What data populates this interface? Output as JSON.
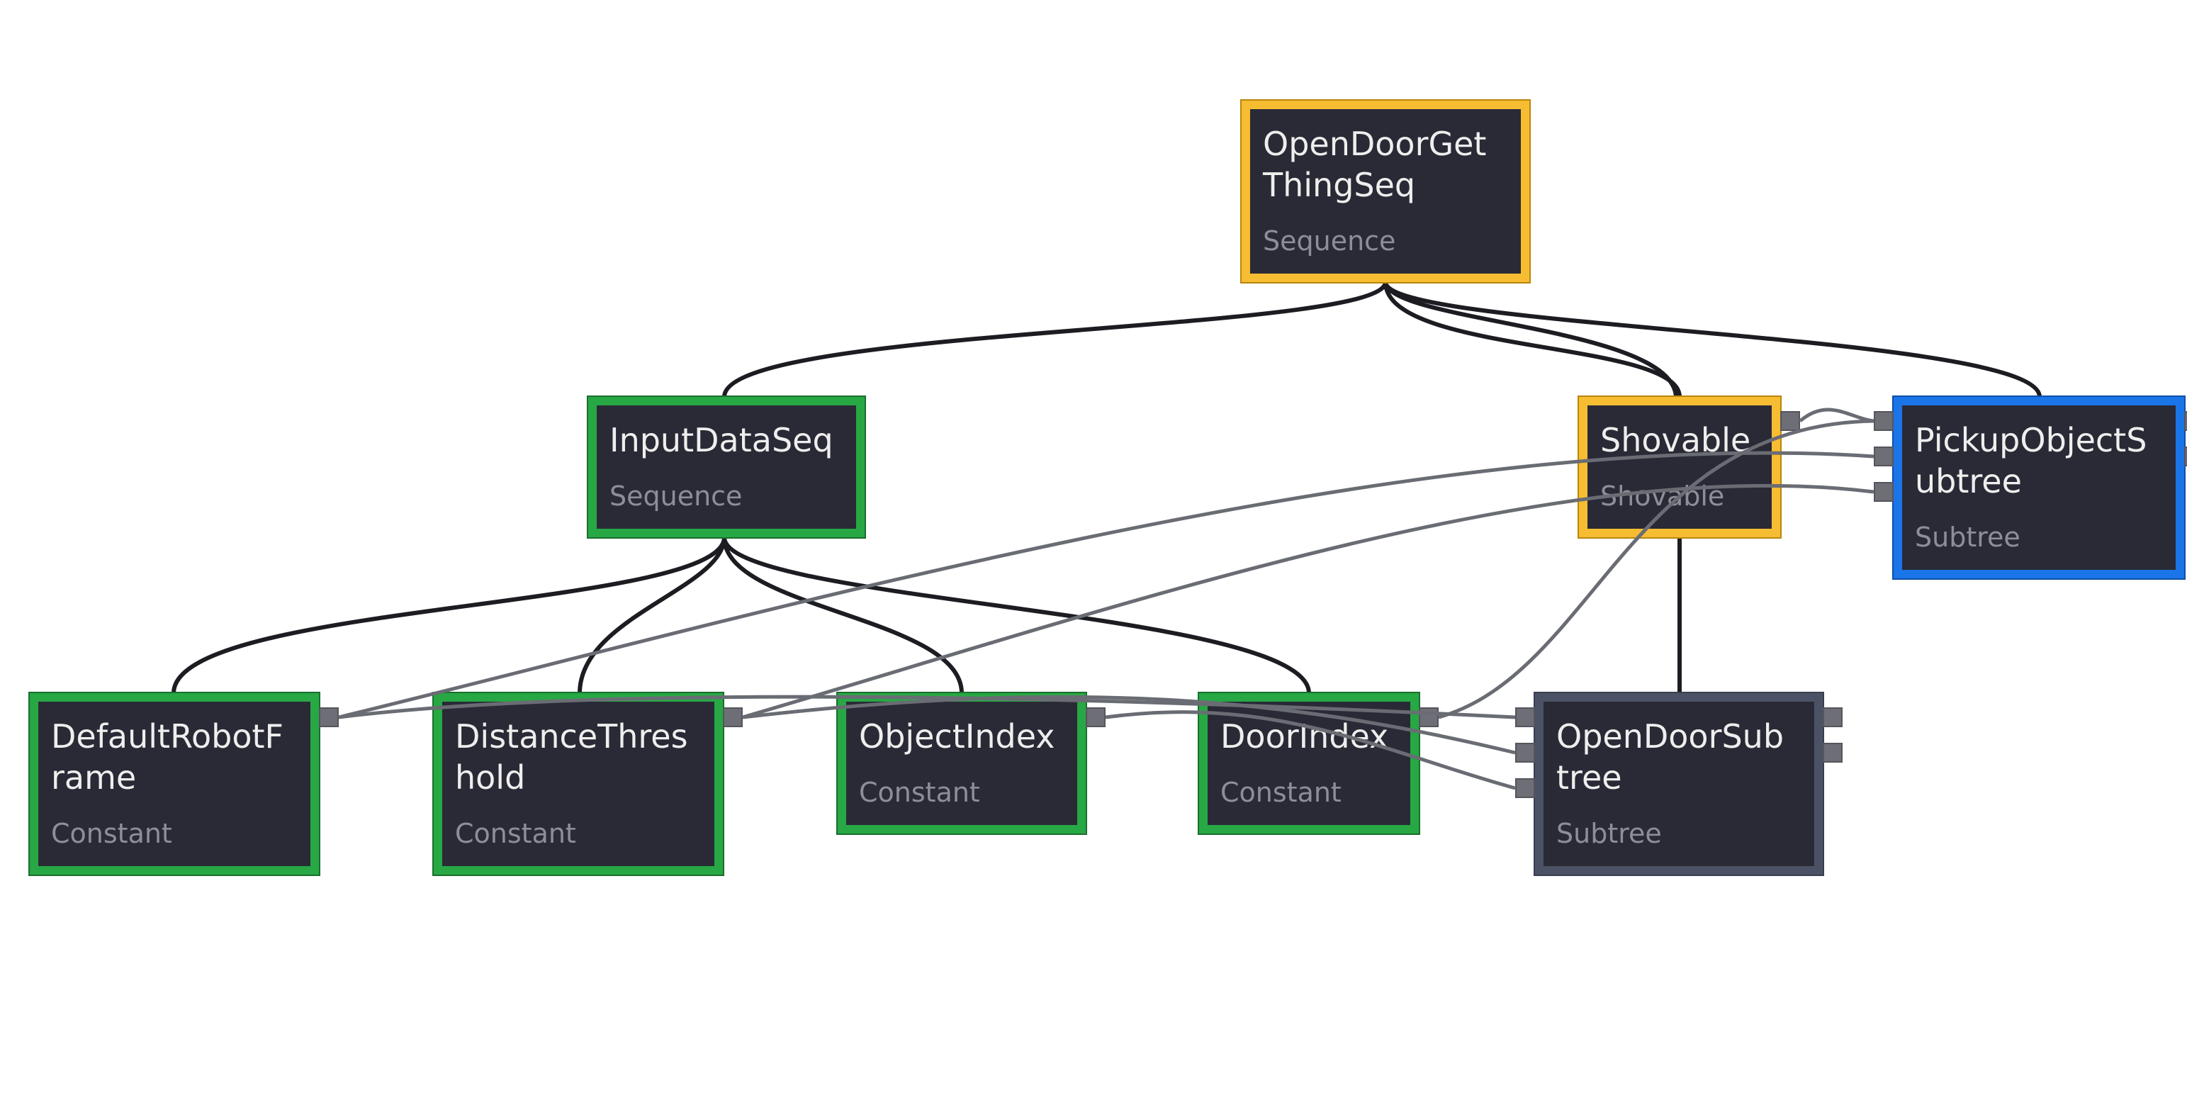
{
  "diagram": {
    "nodes": [
      {
        "id": "root",
        "title": "OpenDoorGet\nThingSeq",
        "type": "Sequence",
        "color": "#f6bd33"
      },
      {
        "id": "input",
        "title": "InputDataSeq",
        "type": "Sequence",
        "color": "#27a844"
      },
      {
        "id": "shovable",
        "title": "Shovable",
        "type": "Shovable",
        "color": "#f6bd33"
      },
      {
        "id": "pickup",
        "title": "PickupObjectS\nubtree",
        "type": "Subtree",
        "color": "#1a75e8"
      },
      {
        "id": "frame",
        "title": "DefaultRobotF\nrame",
        "type": "Constant",
        "color": "#27a844"
      },
      {
        "id": "dist",
        "title": "DistanceThres\nhold",
        "type": "Constant",
        "color": "#27a844"
      },
      {
        "id": "objidx",
        "title": "ObjectIndex",
        "type": "Constant",
        "color": "#27a844"
      },
      {
        "id": "dooridx",
        "title": "DoorIndex",
        "type": "Constant",
        "color": "#27a844"
      },
      {
        "id": "opendoor",
        "title": "OpenDoorSub\ntree",
        "type": "Subtree",
        "color": "#4c5266"
      }
    ],
    "tree_edges": [
      [
        "root",
        "input"
      ],
      [
        "root",
        "shovable"
      ],
      [
        "root",
        "pickup"
      ],
      [
        "input",
        "frame"
      ],
      [
        "input",
        "dist"
      ],
      [
        "input",
        "objidx"
      ],
      [
        "input",
        "dooridx"
      ],
      [
        "shovable",
        "opendoor"
      ]
    ],
    "colors": {
      "tree_edge": "#1c1c22",
      "data_edge": "#6a6c74"
    }
  }
}
